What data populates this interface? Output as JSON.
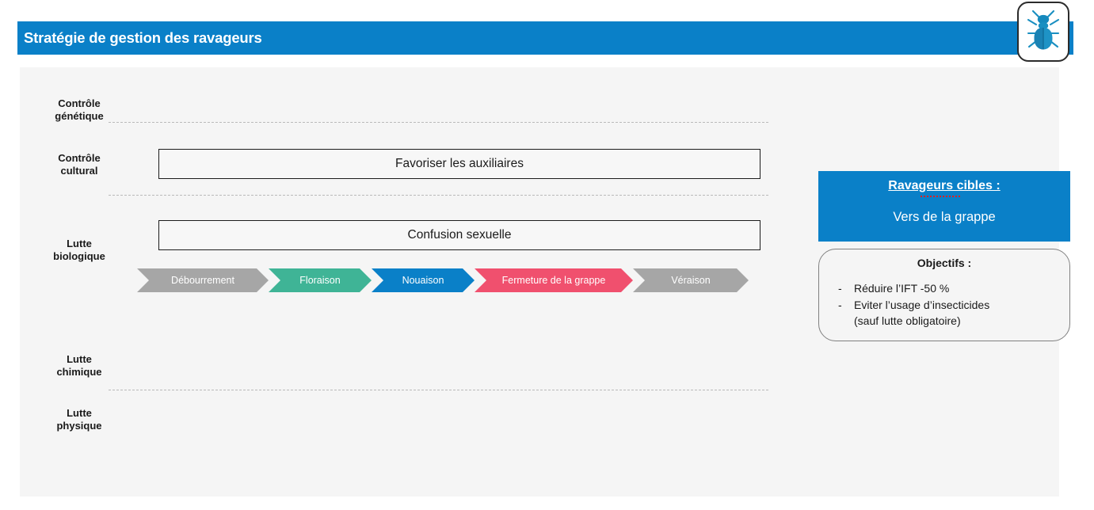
{
  "header": {
    "title": "Stratégie de gestion des ravageurs",
    "bar_color": "#0a80c8",
    "icon": "beetle-icon"
  },
  "rows": [
    {
      "id": "controle-genetique",
      "line1": "Contrôle",
      "line2": "génétique"
    },
    {
      "id": "controle-cultural",
      "line1": "Contrôle",
      "line2": "cultural"
    },
    {
      "id": "lutte-biologique",
      "line1": "Lutte",
      "line2": "biologique"
    },
    {
      "id": "lutte-chimique",
      "line1": "Lutte",
      "line2": "chimique"
    },
    {
      "id": "lutte-physique",
      "line1": "Lutte",
      "line2": "physique"
    }
  ],
  "practices": [
    {
      "id": "favoriser-les-auxiliaires",
      "label": "Favoriser les auxiliaires",
      "row": "controle-cultural"
    },
    {
      "id": "confusion-sexuelle",
      "label": "Confusion sexuelle",
      "row": "lutte-biologique"
    }
  ],
  "timeline": {
    "stages": [
      {
        "label": "Débourrement",
        "color": "#a6a6a6"
      },
      {
        "label": "Floraison",
        "color": "#3fb496"
      },
      {
        "label": "Nouaison",
        "color": "#0a80c8"
      },
      {
        "label": "Fermeture de la grappe",
        "color": "#f0506e"
      },
      {
        "label": "Véraison",
        "color": "#a6a6a6"
      }
    ]
  },
  "targets": {
    "title": "Ravageurs cibles :",
    "value": "Vers de la grappe",
    "bg_color": "#0a80c8"
  },
  "objectives": {
    "title": "Objectifs :",
    "bullet": "-",
    "items": [
      "Réduire l’IFT -50 %",
      "Eviter l’usage d’insecticides\n(sauf lutte obligatoire)"
    ]
  }
}
